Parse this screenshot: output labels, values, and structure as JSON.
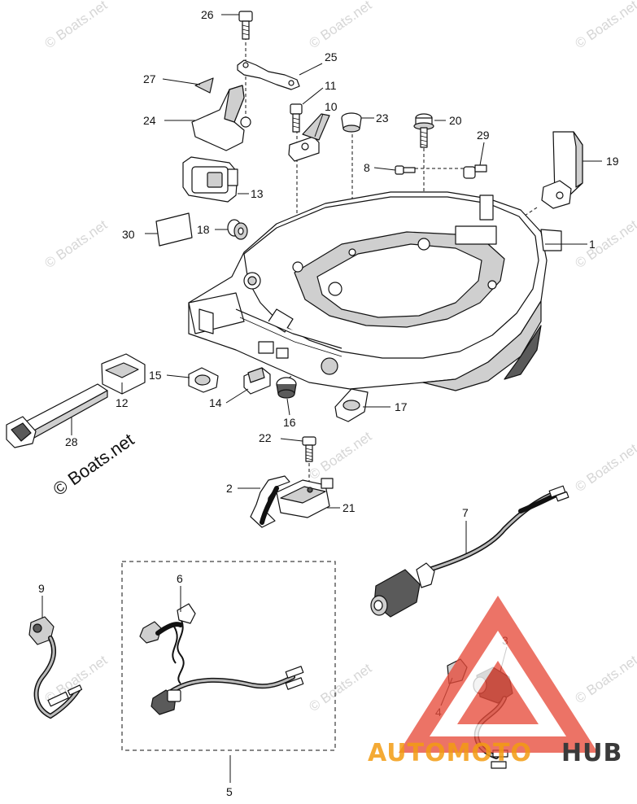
{
  "watermark": {
    "text": "© Boats.net"
  },
  "callouts": [
    "1",
    "2",
    "3",
    "4",
    "5",
    "6",
    "7",
    "8",
    "9",
    "10",
    "11",
    "12",
    "13",
    "14",
    "15",
    "16",
    "17",
    "18",
    "19",
    "20",
    "21",
    "22",
    "23",
    "24",
    "25",
    "26",
    "27",
    "28",
    "29",
    "30"
  ],
  "brand_logo": {
    "part1": "AUTOMOTO",
    "part2": "HUB",
    "color_red": "#e74c3c",
    "color_orange": "#f39c12",
    "color_dark": "#3a3a3a"
  }
}
